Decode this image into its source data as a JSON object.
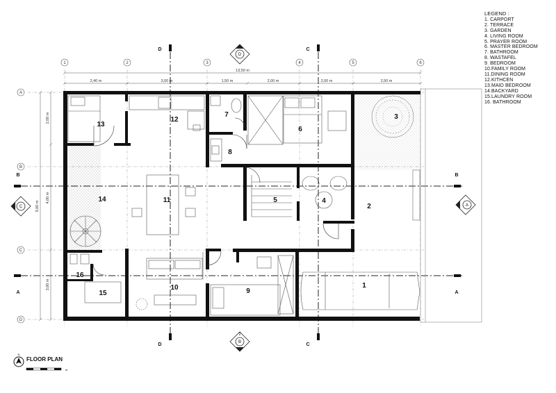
{
  "legend": {
    "title": "LEGEND :",
    "items": [
      "1.  CARPORT",
      "2.  TERRACE",
      "3.  GARDEN",
      "4.  LIVING ROOM",
      "5.  PRAYER ROOM",
      "6.  MASTER BEDROOM",
      "7.  BATHROOM",
      "8.  WASTAFEL",
      "9.  BEDROOM",
      "10.FAMILY ROOM",
      "11.DINING ROOM",
      "12.KITHCEN",
      "13.MAID BEDROOM",
      "14.BACKYARD",
      "15.LAUNDRY ROOM",
      "16. BATHROOM"
    ]
  },
  "title": "FLOOR PLAN",
  "rooms": [
    "1",
    "2",
    "3",
    "4",
    "5",
    "6",
    "7",
    "8",
    "9",
    "10",
    "11",
    "12",
    "13",
    "14",
    "15",
    "16"
  ],
  "grid_columns": [
    "1",
    "2",
    "3",
    "4",
    "5",
    "6"
  ],
  "grid_rows": [
    "A",
    "B",
    "C",
    "D"
  ],
  "dimensions": {
    "top_total": "13,50 m",
    "top_segments": [
      "2,40 m",
      "3,00 m",
      "1,50 m",
      "2,00 m",
      "2,00 m",
      "2,50 m"
    ],
    "left_total": "9,00 m",
    "left_segments": [
      "2,00 m",
      "4,00 m",
      "3,00 m"
    ]
  },
  "section_marks": {
    "left": [
      "D",
      "C"
    ],
    "right": [
      "D",
      "C"
    ],
    "row_left": [
      "B",
      "A"
    ],
    "row_right": [
      "B",
      "A"
    ]
  },
  "elevation_marks": {
    "top": "D",
    "bottom": "B",
    "left": "C",
    "right": "A",
    "bottom_number": "2"
  },
  "north_label": "N",
  "scale_label": "m"
}
